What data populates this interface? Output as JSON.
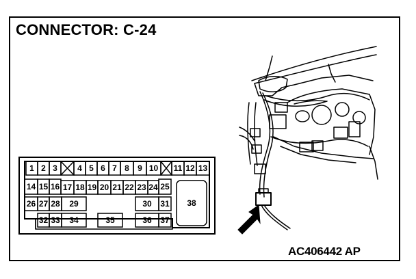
{
  "title": "CONNECTOR: C-24",
  "figure_code": "AC406442 AP",
  "connector": {
    "row1": [
      "1",
      "2",
      "3",
      "",
      "4",
      "5",
      "6",
      "7",
      "8",
      "9",
      "10",
      "",
      "11",
      "12",
      "13"
    ],
    "row2": [
      "14",
      "15",
      "16",
      "17",
      "18",
      "19",
      "20",
      "21",
      "22",
      "23",
      "24",
      "25"
    ],
    "row3": [
      "26",
      "27",
      "28",
      "29",
      "30",
      "31"
    ],
    "row4": [
      "32",
      "33",
      "34",
      "35",
      "36",
      "37"
    ],
    "large_terminal": "38"
  }
}
